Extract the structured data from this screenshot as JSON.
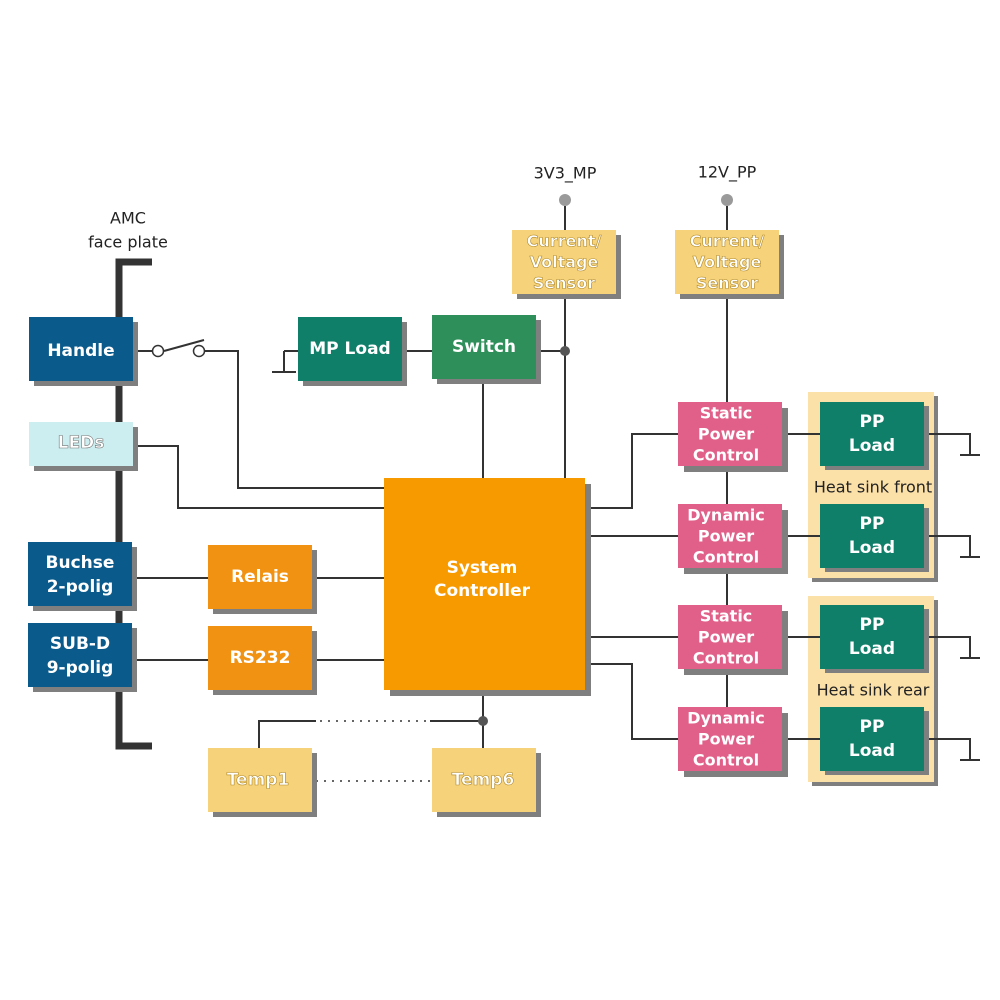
{
  "labels": {
    "amc_line1": "AMC",
    "amc_line2": "face plate",
    "rail_3v3": "3V3_MP",
    "rail_12v": "12V_PP",
    "heat_sink_front": "Heat sink front",
    "heat_sink_rear": "Heat sink rear"
  },
  "blocks": {
    "handle": "Handle",
    "leds": "LEDs",
    "buchse": [
      "Buchse",
      "2-polig"
    ],
    "subd": [
      "SUB-D",
      "9-polig"
    ],
    "mp_load": "MP Load",
    "switch": "Switch",
    "sensor_3v3": [
      "Current/",
      "Voltage",
      "Sensor"
    ],
    "sensor_12v": [
      "Current/",
      "Voltage",
      "Sensor"
    ],
    "relais": "Relais",
    "rs232": "RS232",
    "system_controller": [
      "System",
      "Controller"
    ],
    "temp1": "Temp1",
    "temp6": "Temp6",
    "static_1": [
      "Static",
      "Power",
      "Control"
    ],
    "dynamic_1": [
      "Dynamic",
      "Power",
      "Control"
    ],
    "static_2": [
      "Static",
      "Power",
      "Control"
    ],
    "dynamic_2": [
      "Dynamic",
      "Power",
      "Control"
    ],
    "pp_load_1": [
      "PP",
      "Load"
    ],
    "pp_load_2": [
      "PP",
      "Load"
    ],
    "pp_load_3": [
      "PP",
      "Load"
    ],
    "pp_load_4": [
      "PP",
      "Load"
    ]
  },
  "colors": {
    "dark_blue": "#0a5a8c",
    "light_cyan": "#cdeef0",
    "teal": "#0f7f6a",
    "green": "#2e8f5a",
    "sand": "#f6d27a",
    "orange": "#f29212",
    "controller": "#f79a00",
    "pink": "#e0608a",
    "heat_sink_bg": "#fbe0a8"
  }
}
